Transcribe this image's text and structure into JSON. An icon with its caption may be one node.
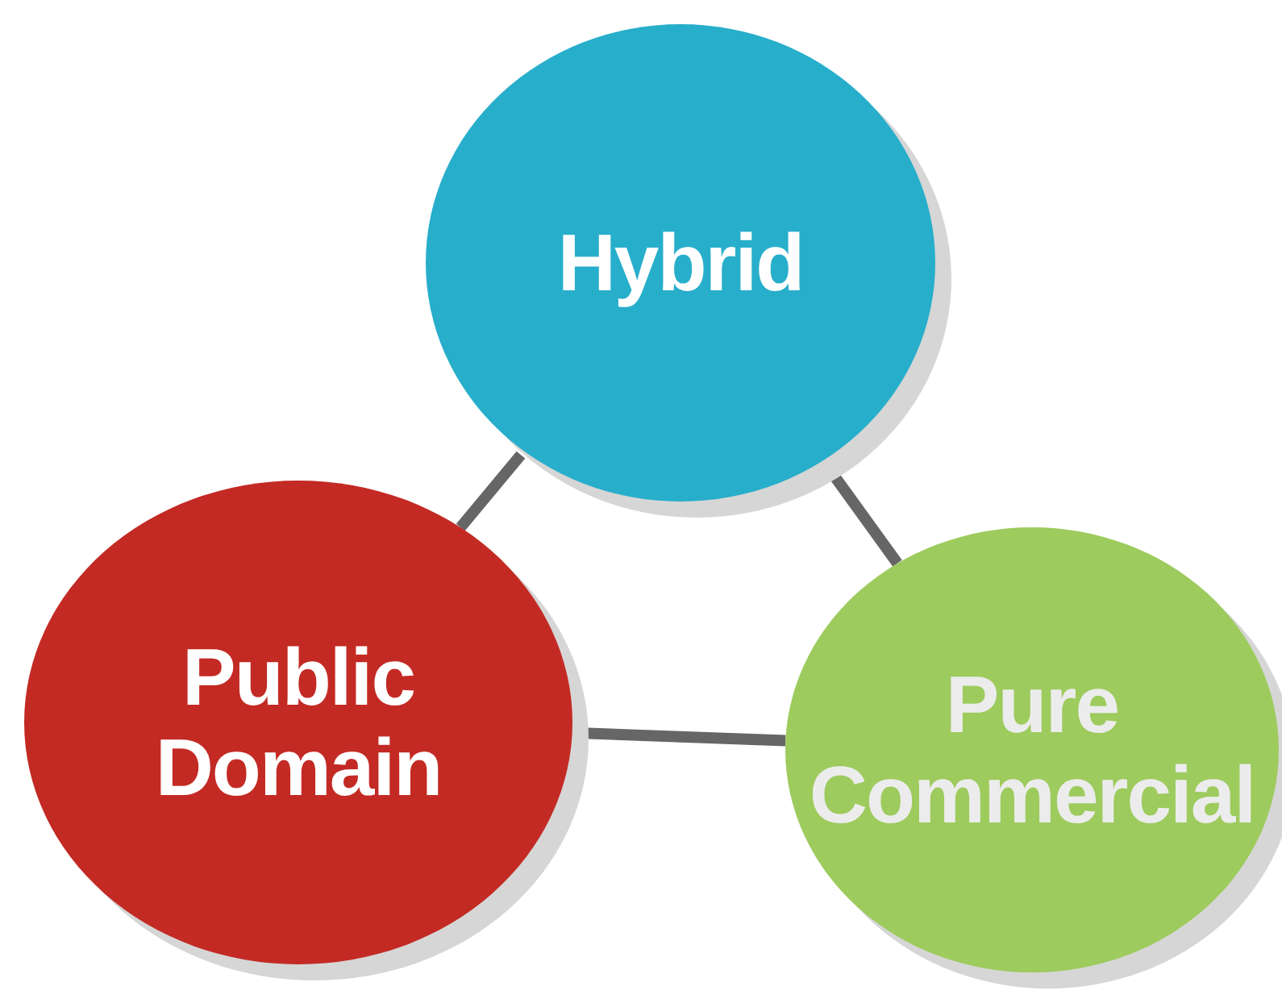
{
  "diagram": {
    "nodes": [
      {
        "text": [
          "Hybrid"
        ]
      },
      {
        "text": [
          "Public Domain"
        ]
      },
      {
        "text": [
          "Pure Commercial"
        ]
      }
    ],
    "edges": [
      {
        "from": 0,
        "to": 1,
        "arrow": "none"
      },
      {
        "from": 0,
        "to": 2,
        "arrow": "none"
      },
      {
        "from": 1,
        "to": 2,
        "arrow": "none"
      }
    ]
  }
}
